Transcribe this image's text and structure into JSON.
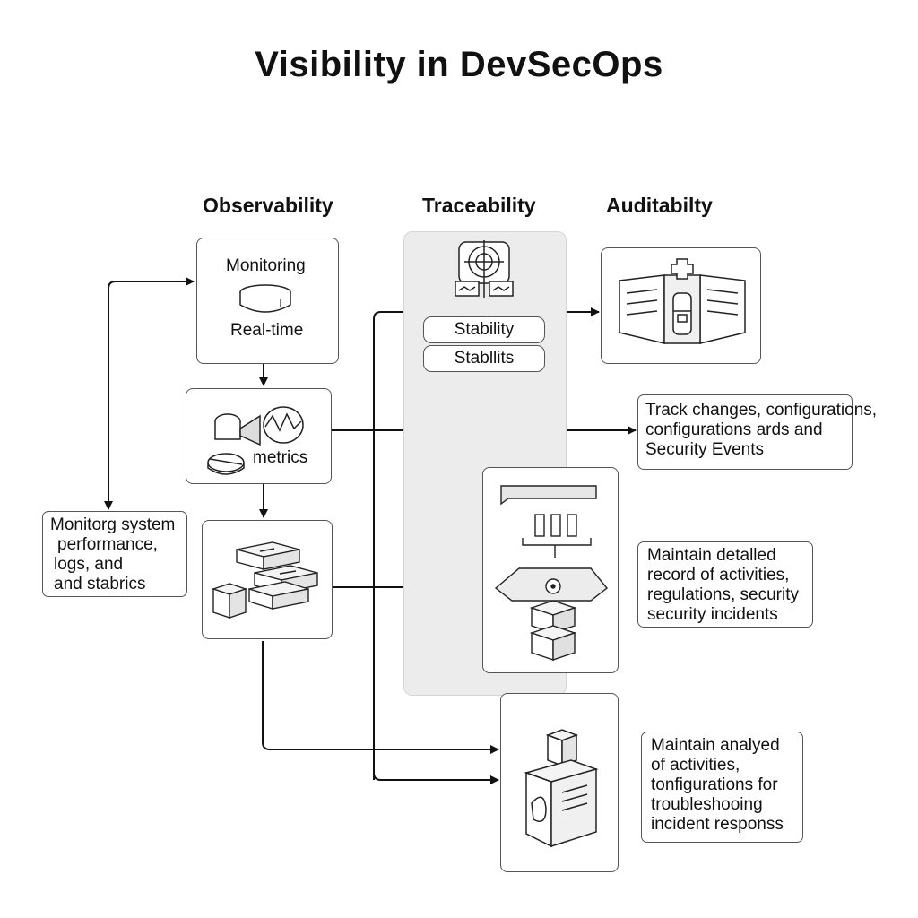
{
  "title": "Visibility in DevSecOps",
  "columns": {
    "observability": "Observability",
    "traceability": "Traceability",
    "auditability": "Auditabilty"
  },
  "observability": {
    "monitoring_label": "Monitoring",
    "realtime_label": "Real-time",
    "metrics_label": "metrics"
  },
  "traceability": {
    "pill_1": "Stability",
    "pill_2": "Stabllits"
  },
  "notes": {
    "left": [
      "Monitorg system",
      "performance,",
      "logs, and",
      "and stabrics"
    ],
    "track": [
      "Track changes, configurations,",
      "configurations  ards and",
      "Security Events"
    ],
    "maintain_detailed": [
      "Maintain detalled",
      "record of activities,",
      "regulations, security",
      "security incidents"
    ],
    "maintain_analyzed": [
      "Maintain analyed",
      "of activities,",
      "tonfigurations for",
      "troubleshooing",
      "incident responss"
    ]
  },
  "icons": [
    "database-disk-icon",
    "metrics-charts-icon",
    "stacked-blocks-icon",
    "target-crosshair-icon",
    "server-rack-icon",
    "funnel-storage-icon",
    "document-package-icon"
  ]
}
